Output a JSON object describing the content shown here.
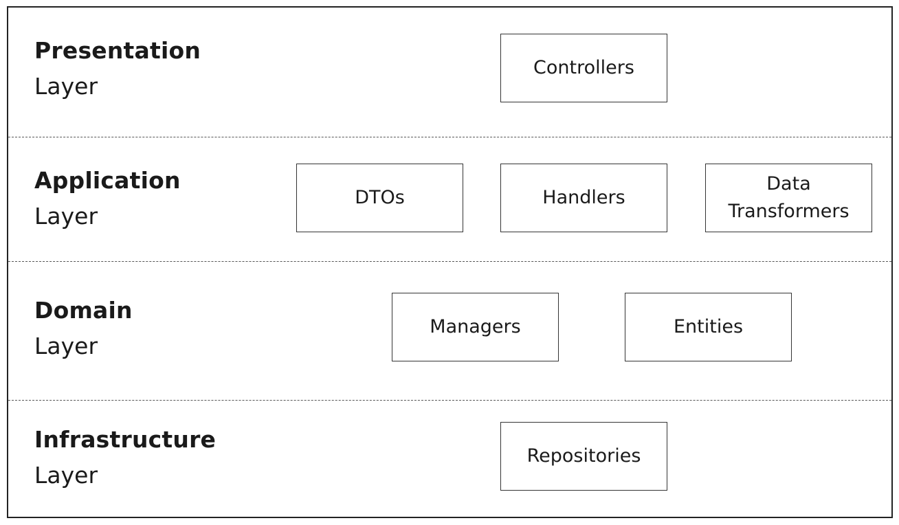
{
  "layers": [
    {
      "name": "Presentation",
      "suffix": "Layer",
      "components": [
        "Controllers"
      ]
    },
    {
      "name": "Application",
      "suffix": "Layer",
      "components": [
        "DTOs",
        "Handlers",
        "Data\nTransformers"
      ]
    },
    {
      "name": "Domain",
      "suffix": "Layer",
      "components": [
        "Managers",
        "Entities"
      ]
    },
    {
      "name": "Infrastructure",
      "suffix": "Layer",
      "components": [
        "Repositories"
      ]
    }
  ]
}
